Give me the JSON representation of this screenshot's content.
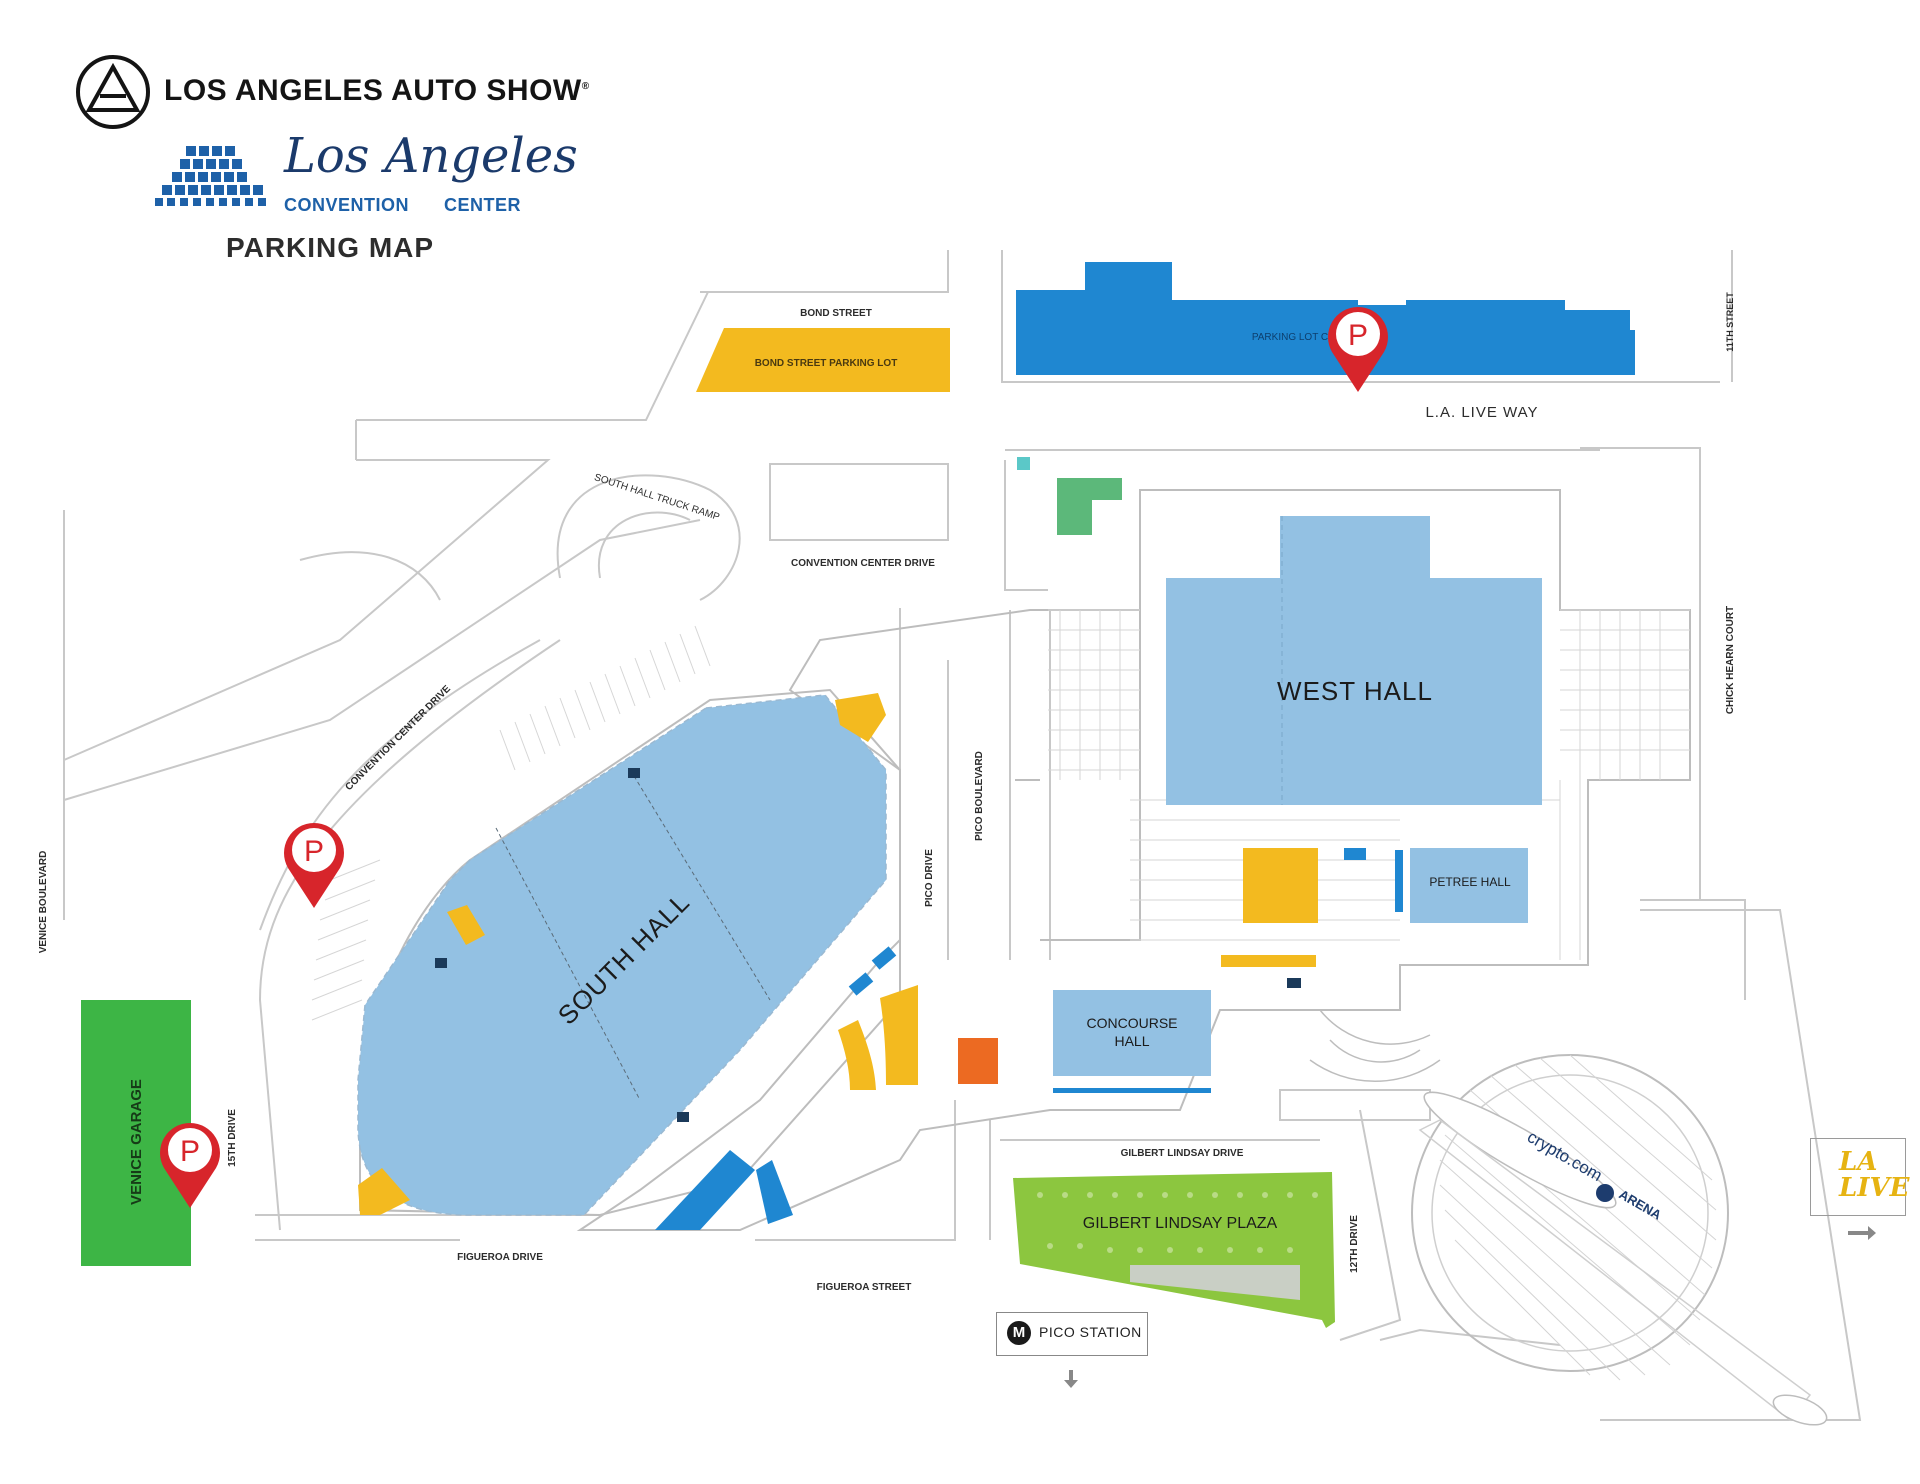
{
  "brand": {
    "auto_show_title": "LOS ANGELES AUTO SHOW",
    "registered_mark": "®",
    "venue_script": "Los Angeles",
    "venue_sub_left": "CONVENTION",
    "venue_sub_right": "CENTER",
    "map_title": "PARKING MAP"
  },
  "colors": {
    "hall_blue": "#93c1e3",
    "parking_blue": "#1f87d1",
    "parking_yellow": "#f3ba1f",
    "garage_green": "#3db545",
    "plaza_green": "#8cc63f",
    "teal": "#5bc8c8",
    "dark_green": "#5cb87a",
    "orange": "#ec6a22",
    "pin_red": "#d7252b",
    "road_line": "#c8c8c8"
  },
  "halls": {
    "west": "WEST HALL",
    "south": "SOUTH HALL",
    "petree": "PETREE HALL",
    "concourse_line1": "CONCOURSE",
    "concourse_line2": "HALL"
  },
  "parking": {
    "lot_c": "PARKING LOT C",
    "bond_street_lot": "BOND STREET PARKING LOT",
    "venice_garage": "VENICE GARAGE"
  },
  "streets": {
    "bond_street": "BOND STREET",
    "la_live_way": "L.A. LIVE WAY",
    "eleventh_street": "11TH STREET",
    "chick_hearn_court": "CHICK HEARN COURT",
    "south_hall_truck_ramp": "SOUTH HALL TRUCK RAMP",
    "convention_center_drive_top": "CONVENTION CENTER DRIVE",
    "convention_center_drive_diag": "CONVENTION CENTER DRIVE",
    "pico_boulevard": "PICO BOULEVARD",
    "pico_drive": "PICO DRIVE",
    "venice_boulevard": "VENICE BOULEVARD",
    "fifteenth_drive": "15TH DRIVE",
    "figueroa_drive": "FIGUEROA DRIVE",
    "figueroa_street": "FIGUEROA STREET",
    "gilbert_lindsay_drive": "GILBERT LINDSAY DRIVE",
    "twelfth_drive": "12TH DRIVE"
  },
  "landmarks": {
    "gilbert_lindsay_plaza": "GILBERT LINDSAY PLAZA",
    "arena_brand": "crypto.com",
    "arena_word": "ARENA",
    "pico_station": "PICO STATION",
    "metro_symbol": "M",
    "la_live_line1": "LA",
    "la_live_line2": "LIVE"
  },
  "pins": {
    "label": "P",
    "locations": [
      "la-live-way",
      "convention-center-drive",
      "venice-garage"
    ]
  },
  "icons": {
    "auto_show_logo": "triangle-a-circle-logo",
    "lacc_logo": "building-grid-logo",
    "arrow_right": "arrow-right-icon",
    "arrow_down": "arrow-down-icon",
    "parking_pin": "parking-pin-icon"
  }
}
